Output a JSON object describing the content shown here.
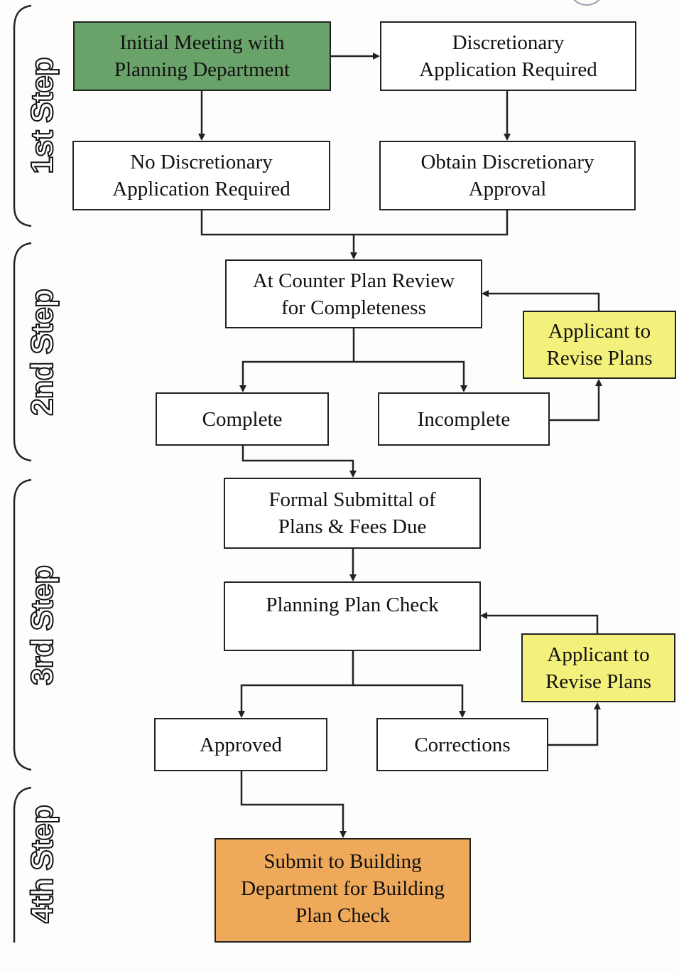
{
  "steps": [
    "1st Step",
    "2nd Step",
    "3rd Step",
    "4th Step"
  ],
  "nodes": {
    "initial_meeting": "Initial Meeting with\nPlanning Department",
    "discretionary_required": "Discretionary\nApplication Required",
    "no_discretionary": "No Discretionary\nApplication Required",
    "obtain_approval": "Obtain Discretionary\nApproval",
    "counter_review": "At Counter Plan Review\nfor Completeness",
    "revise_plans_1": "Applicant to\nRevise Plans",
    "complete": "Complete",
    "incomplete": "Incomplete",
    "formal_submittal": "Formal Submittal of\nPlans & Fees Due",
    "planning_check": "Planning Plan Check",
    "revise_plans_2": "Applicant to\nRevise Plans",
    "approved": "Approved",
    "corrections": "Corrections",
    "submit_building": "Submit to Building\nDepartment for Building\nPlan Check"
  },
  "colors": {
    "start": "#6aa36a",
    "revise": "#f3f07c",
    "final": "#efa95a",
    "line": "#222222"
  }
}
